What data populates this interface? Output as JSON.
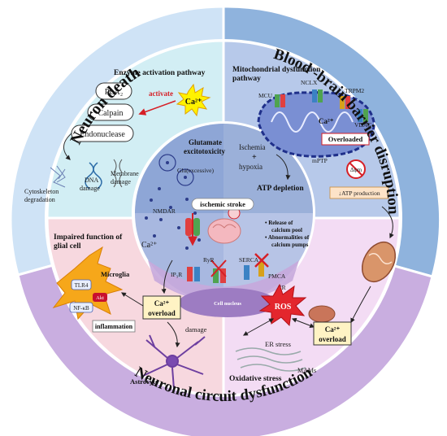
{
  "ring": {
    "neuron_death": "Neuron death",
    "bbb": "Blood -brain barrier disruption",
    "circuit": "Neuronal circuit dysfunction"
  },
  "colors": {
    "outer_blue": "#8fb3dd",
    "outer_purple": "#c9aee0",
    "q_tl": "#d2eef4",
    "q_tr": "#b7c9ea",
    "q_bl": "#f7d8df",
    "q_br": "#f3dcf4",
    "center": "#8ea6d6",
    "accent_red": "#d61f26",
    "ca_yellow": "#fff200"
  },
  "enzyme": {
    "title": "Enzyme activation pathway",
    "items": [
      "PLA₂",
      "Calpain",
      "Endonuclease"
    ],
    "activate": "activate",
    "ca": "Ca²⁺",
    "cyto1": "Cytoskeleton",
    "cyto2": "degradation",
    "dna1": "DNA",
    "dna2": "damage",
    "mem1": "Membrane",
    "mem2": "damage"
  },
  "mito": {
    "title1": "Mitochondrial dysfunction",
    "title2": "pathway",
    "mcu": "MCU",
    "nclx": "NCLX",
    "trpm2": "TRPM2",
    "vdac": "VDAC",
    "ca": "Ca²⁺",
    "overloaded": "Overloaded",
    "mptp": "mPTP",
    "dpsi": "Δψm",
    "atp": "↓ATP production"
  },
  "center": {
    "glutamate1": "Glutamate",
    "glutamate2": "excitotoxicity",
    "glu": "Glu(excessive)",
    "nmdar": "NMDAR",
    "ca": "Ca²⁺",
    "ischemia": "Ischemia",
    "plus": "+",
    "hypoxia": "hypoxia",
    "atp_depletion": "ATP depletion",
    "stroke": "ischemic stroke",
    "release1": "• Release of",
    "release2": "calcium pool",
    "abn1": "• Abnormalities of",
    "abn2": "calcium pumps",
    "ryr": "RyR",
    "serca": "SERCA",
    "ip3r": "IP₃R",
    "pmca": "PMCA",
    "er": "ER",
    "nucleus": "Cell nucleus"
  },
  "glial": {
    "title1": "Impaired function of",
    "title2": "glial cell",
    "microglia": "Microglia",
    "tlr4": "TLR4",
    "akt": "Akt",
    "nfkb": "NF-κB",
    "inflammation": "inflammation",
    "ca1": "Ca²⁺",
    "ca2": "overload",
    "damage": "damage",
    "astrocyte": "Astrocyte"
  },
  "oxidative": {
    "ros": "ROS",
    "er_stress": "ER stress",
    "ca1": "Ca²⁺",
    "ca2": "overload",
    "mams": "MAMs",
    "title": "Oxidative stress"
  }
}
